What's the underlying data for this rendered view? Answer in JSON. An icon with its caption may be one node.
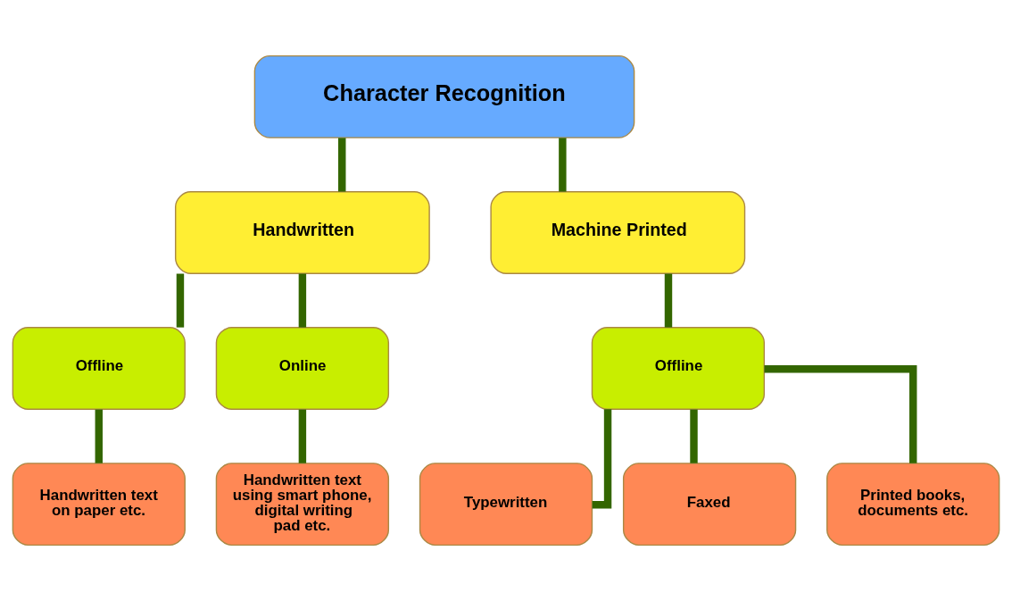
{
  "diagram": {
    "nodes": [
      {
        "text": [
          "Character Recognition"
        ]
      },
      {
        "text": [
          "Handwritten"
        ]
      },
      {
        "text": [
          "Machine Printed"
        ]
      },
      {
        "text": [
          "Offline"
        ]
      },
      {
        "text": [
          "Online"
        ]
      },
      {
        "text": [
          "Offline"
        ]
      },
      {
        "text": [
          "Handwritten text on paper etc."
        ]
      },
      {
        "text": [
          "Handwritten text using smart phone, digital writing pad etc."
        ]
      },
      {
        "text": [
          "Typewritten"
        ]
      },
      {
        "text": [
          "Faxed"
        ]
      },
      {
        "text": [
          "Printed books, documents etc."
        ]
      }
    ],
    "edges": [
      {
        "from": 0,
        "to": 1,
        "arrow": "none"
      },
      {
        "from": 0,
        "to": 2,
        "arrow": "none"
      },
      {
        "from": 1,
        "to": 3,
        "arrow": "none"
      },
      {
        "from": 1,
        "to": 4,
        "arrow": "none"
      },
      {
        "from": 2,
        "to": 5,
        "arrow": "none"
      },
      {
        "from": 3,
        "to": 6,
        "arrow": "none"
      },
      {
        "from": 4,
        "to": 7,
        "arrow": "none"
      },
      {
        "from": 5,
        "to": 8,
        "arrow": "none"
      },
      {
        "from": 5,
        "to": 9,
        "arrow": "none"
      },
      {
        "from": 5,
        "to": 10,
        "arrow": "none"
      }
    ]
  }
}
